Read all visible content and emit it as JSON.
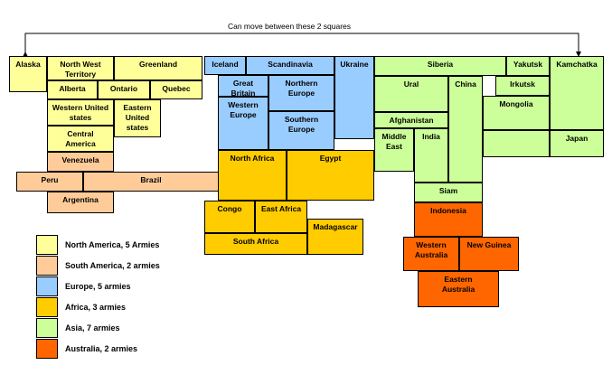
{
  "note": "Can move between these 2 squares",
  "colors": {
    "north_america": "#ffff99",
    "south_america": "#ffcc99",
    "europe": "#99ccff",
    "africa": "#ffcc00",
    "asia": "#ccff99",
    "australia": "#ff6600"
  },
  "territories": {
    "alaska": "Alaska",
    "northwest": "North West\nTerritory",
    "greenland": "Greenland",
    "alberta": "Alberta",
    "ontario": "Ontario",
    "quebec": "Quebec",
    "western_us": "Western United\nstates",
    "eastern_us": "Eastern\nUnited\nstates",
    "central_america": "Central\nAmerica",
    "venezuela": "Venezuela",
    "peru": "Peru",
    "brazil": "Brazil",
    "argentina": "Argentina",
    "iceland": "Iceland",
    "scandinavia": "Scandinavia",
    "ukraine": "Ukraine",
    "great_britain": "Great\nBritain",
    "northern_europe": "Northern\nEurope",
    "western_europe": "Western\nEurope",
    "southern_europe": "Southern\nEurope",
    "north_africa": "North Africa",
    "egypt": "Egypt",
    "congo": "Congo",
    "east_africa": "East Africa",
    "madagascar": "Madagascar",
    "south_africa": "South Africa",
    "siberia": "Siberia",
    "yakutsk": "Yakutsk",
    "kamchatka": "Kamchatka",
    "ural": "Ural",
    "china": "China",
    "irkutsk": "Irkutsk",
    "mongolia": "Mongolia",
    "afghanistan": "Afghanistan",
    "middle_east": "Middle\nEast",
    "india": "India",
    "japan": "Japan",
    "siam": "Siam",
    "indonesia": "Indonesia",
    "western_australia": "Western\nAustralia",
    "new_guinea": "New Guinea",
    "eastern_australia": "Eastern\nAustralia"
  },
  "legend": [
    {
      "continent": "north_america",
      "label": "North America, 5 Armies"
    },
    {
      "continent": "south_america",
      "label": "South America, 2 armies"
    },
    {
      "continent": "europe",
      "label": "Europe, 5 armies"
    },
    {
      "continent": "africa",
      "label": "Africa, 3 armies"
    },
    {
      "continent": "asia",
      "label": "Asia, 7 armies"
    },
    {
      "continent": "australia",
      "label": "Australia, 2 armies"
    }
  ]
}
